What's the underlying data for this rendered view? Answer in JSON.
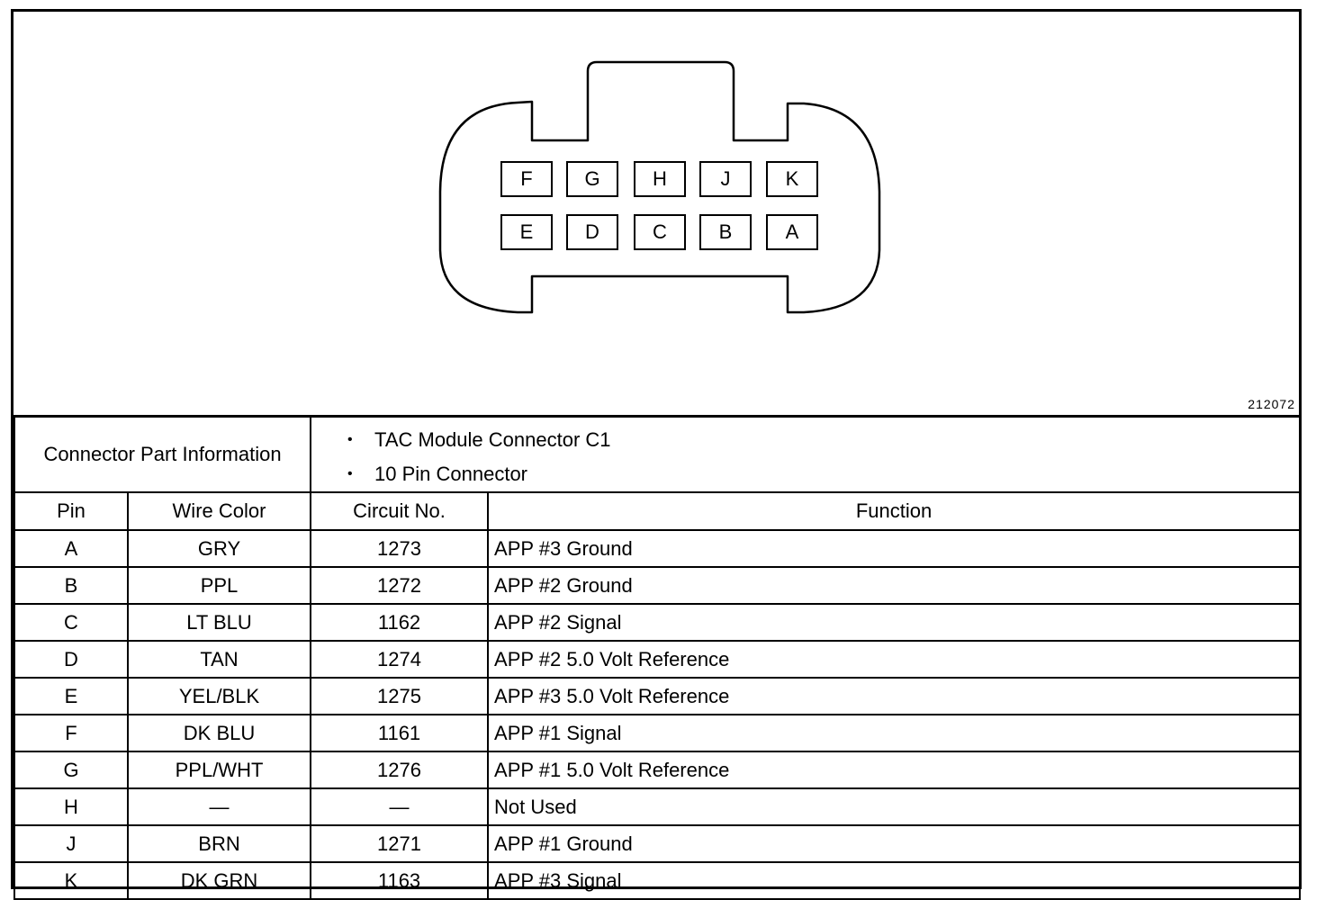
{
  "figure_number": "212072",
  "connector": {
    "pins_top": [
      "F",
      "G",
      "H",
      "J",
      "K"
    ],
    "pins_bottom": [
      "E",
      "D",
      "C",
      "B",
      "A"
    ]
  },
  "part_info": {
    "label": "Connector Part Information",
    "items": [
      "TAC Module Connector C1",
      "10 Pin Connector"
    ]
  },
  "table": {
    "headers": [
      "Pin",
      "Wire Color",
      "Circuit No.",
      "Function"
    ],
    "rows": [
      {
        "pin": "A",
        "color": "GRY",
        "circuit": "1273",
        "function": "APP #3 Ground"
      },
      {
        "pin": "B",
        "color": "PPL",
        "circuit": "1272",
        "function": "APP #2 Ground"
      },
      {
        "pin": "C",
        "color": "LT BLU",
        "circuit": "1162",
        "function": "APP #2 Signal"
      },
      {
        "pin": "D",
        "color": "TAN",
        "circuit": "1274",
        "function": "APP #2 5.0 Volt Reference"
      },
      {
        "pin": "E",
        "color": "YEL/BLK",
        "circuit": "1275",
        "function": "APP #3 5.0 Volt Reference"
      },
      {
        "pin": "F",
        "color": "DK BLU",
        "circuit": "1161",
        "function": "APP #1 Signal"
      },
      {
        "pin": "G",
        "color": "PPL/WHT",
        "circuit": "1276",
        "function": "APP #1 5.0 Volt Reference"
      },
      {
        "pin": "H",
        "color": "—",
        "circuit": "—",
        "function": "Not Used"
      },
      {
        "pin": "J",
        "color": "BRN",
        "circuit": "1271",
        "function": "APP #1 Ground"
      },
      {
        "pin": "K",
        "color": "DK GRN",
        "circuit": "1163",
        "function": "APP #3 Signal"
      }
    ]
  }
}
